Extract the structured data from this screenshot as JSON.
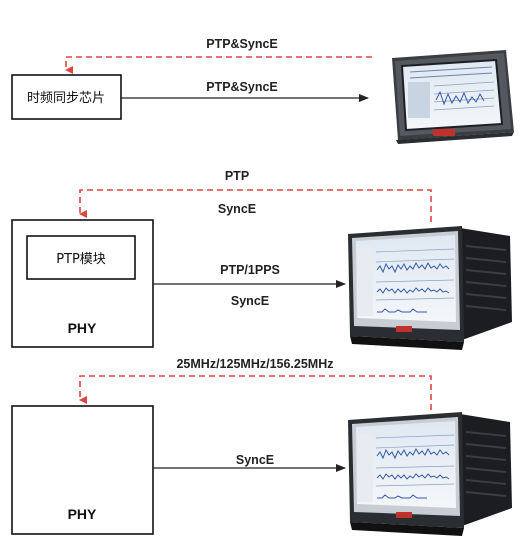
{
  "colors": {
    "dashed": "#e0443e",
    "solid": "#222222",
    "box": "#111111"
  },
  "section1": {
    "top_label": "PTP&SyncE",
    "arrow_label": "PTP&SyncE",
    "chip_box": "时频同步芯片",
    "device": "tablet-tester-icon"
  },
  "section2": {
    "top_label": "PTP",
    "sub_label": "SyncE",
    "module_box": "PTP模块",
    "phy_box": "PHY",
    "arrow_label1": "PTP/1PPS",
    "arrow_label2": "SyncE",
    "device": "rack-tester-icon"
  },
  "section3": {
    "top_label": "25MHz/125MHz/156.25MHz",
    "phy_box": "PHY",
    "arrow_label": "SyncE",
    "device": "rack-tester-icon"
  }
}
